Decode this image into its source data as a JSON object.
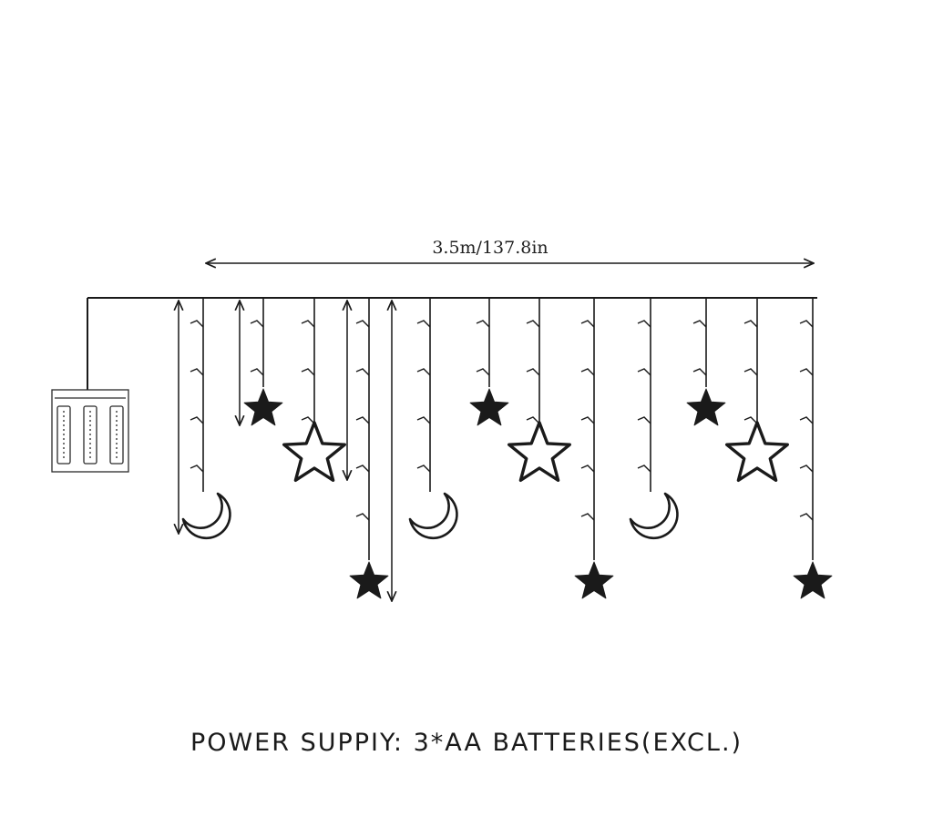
{
  "diagram": {
    "length_label": "3.5m/137.8in",
    "power_label": "POWER SUPPIY: 3*AA BATTERIES(EXCL.)",
    "battery_count": 3,
    "ornaments": [
      {
        "type": "moon-outline-icon"
      },
      {
        "type": "star-solid-icon"
      },
      {
        "type": "star-outline-icon"
      },
      {
        "type": "star-solid-icon"
      },
      {
        "type": "moon-outline-icon"
      },
      {
        "type": "star-solid-icon"
      },
      {
        "type": "star-outline-icon"
      },
      {
        "type": "star-solid-icon"
      },
      {
        "type": "moon-outline-icon"
      },
      {
        "type": "star-solid-icon"
      },
      {
        "type": "star-outline-icon"
      },
      {
        "type": "star-solid-icon"
      }
    ],
    "colors": {
      "line": "#1a1a1a",
      "background": "#ffffff"
    }
  }
}
